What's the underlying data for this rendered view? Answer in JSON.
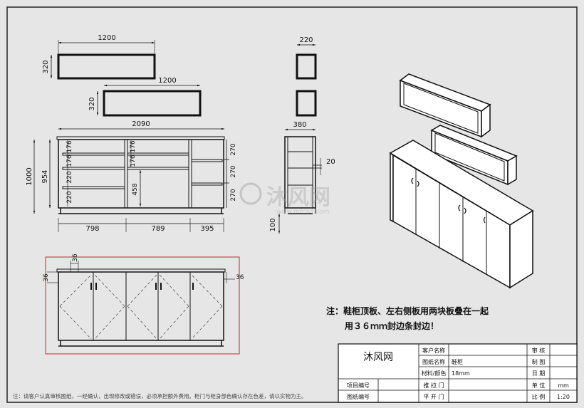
{
  "drawing": {
    "top_shelf_1": {
      "width": "1200",
      "height": "320"
    },
    "top_shelf_2": {
      "width": "1200",
      "height": "320"
    },
    "side_view_top": {
      "depth": "220"
    },
    "cabinet_front": {
      "width": "2090",
      "total_height": "1000",
      "body_height": "954",
      "left_drawers": [
        "176",
        "176",
        "220",
        "220"
      ],
      "mid_drawers": [
        "176",
        "176"
      ],
      "mid_open_height": "458",
      "right_shelves": [
        "270",
        "270",
        "270"
      ],
      "bottom_widths": [
        "798",
        "789",
        "395"
      ]
    },
    "side_view_bottom": {
      "depth": "380",
      "thickness": "20",
      "plinth": "100"
    },
    "door_view": {
      "gap_top": "36",
      "margin_left": "36",
      "margin_right": "36"
    },
    "watermark": {
      "text": "沐风网",
      "url": "www.mfcad.com"
    },
    "note": {
      "line1": "注：鞋柜顶板、左右侧板用两块板叠在一起",
      "line2": "用３６ｍｍ封边条封边！"
    },
    "footer_note": "注：请客户认真审核图纸，一经确认，出现修改或错误，必须承担额外费用。柜门与柜身部色确认存在色差，请以实物为主。",
    "title_block": {
      "company": "沐风网",
      "customer_label": "客户名称",
      "customer_value": "",
      "drawing_name_label": "图纸名称",
      "drawing_name_value": "鞋柜",
      "material_label": "材料/颜色",
      "material_value": "18mm",
      "project_no_label": "项目编号",
      "drawing_no_label": "图纸编号",
      "slide_door_label": "推 拉 门",
      "swing_door_label": "平 开 门",
      "review_label": "审 核",
      "draw_label": "制 图",
      "date_label": "日 期",
      "unit_label": "单 位",
      "unit_value": "mm",
      "scale_label": "比 例",
      "scale_value": "1:20"
    }
  }
}
